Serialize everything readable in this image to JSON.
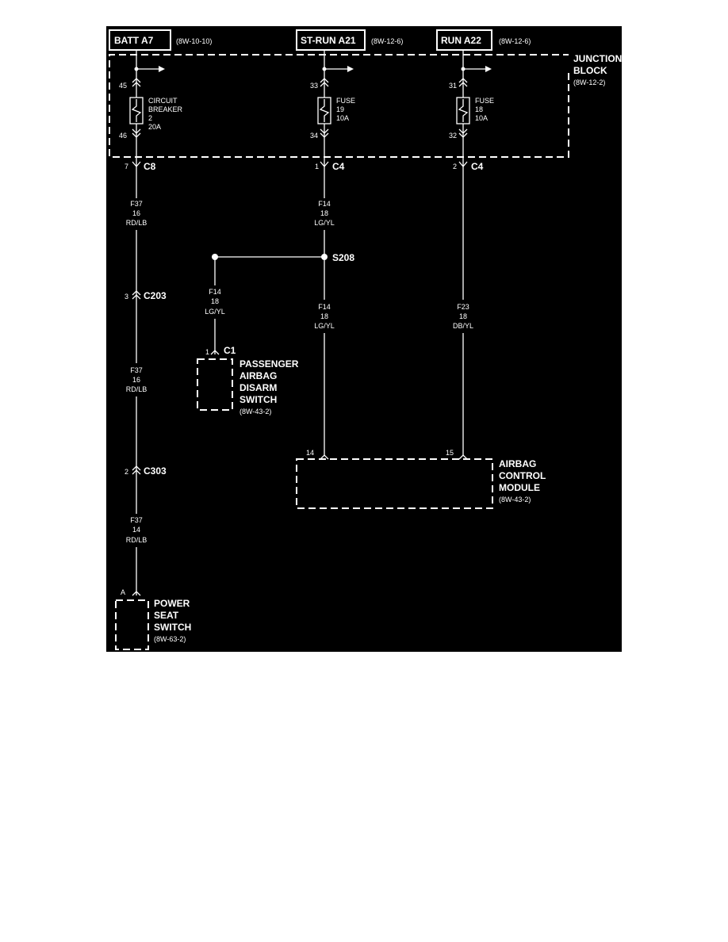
{
  "sources": [
    {
      "label": "BATT A7",
      "ref": "(8W-10-10)"
    },
    {
      "label": "ST-RUN A21",
      "ref": "(8W-12-6)"
    },
    {
      "label": "RUN A22",
      "ref": "(8W-12-6)"
    }
  ],
  "junction_block": {
    "title_line1": "JUNCTION",
    "title_line2": "BLOCK",
    "ref": "(8W-12-2)"
  },
  "circuit_breaker": {
    "pin_in": "45",
    "pin_out": "46",
    "line1": "CIRCUIT",
    "line2": "BREAKER",
    "line3": "2",
    "line4": "20A"
  },
  "fuse19": {
    "pin_in": "33",
    "pin_out": "34",
    "line1": "FUSE",
    "line2": "19",
    "line3": "10A"
  },
  "fuse18": {
    "pin_in": "31",
    "pin_out": "32",
    "line1": "FUSE",
    "line2": "18",
    "line3": "10A"
  },
  "connectors": {
    "c8": {
      "pin": "7",
      "name": "C8"
    },
    "c4a": {
      "pin": "1",
      "name": "C4"
    },
    "c4b": {
      "pin": "2",
      "name": "C4"
    },
    "c203": {
      "pin": "3",
      "name": "C203"
    },
    "c303": {
      "pin": "2",
      "name": "C303"
    },
    "c1": {
      "pin": "1",
      "name": "C1"
    },
    "splice": {
      "name": "S208"
    }
  },
  "wires": {
    "f37_top": {
      "circuit": "F37",
      "gauge": "16",
      "color": "RD/LB"
    },
    "f14_top": {
      "circuit": "F14",
      "gauge": "18",
      "color": "LG/YL"
    },
    "f14_left": {
      "circuit": "F14",
      "gauge": "18",
      "color": "LG/YL"
    },
    "f14_right": {
      "circuit": "F14",
      "gauge": "18",
      "color": "LG/YL"
    },
    "f23": {
      "circuit": "F23",
      "gauge": "18",
      "color": "DB/YL"
    },
    "f37_mid": {
      "circuit": "F37",
      "gauge": "16",
      "color": "RD/LB"
    },
    "f37_bot": {
      "circuit": "F37",
      "gauge": "14",
      "color": "RD/LB"
    }
  },
  "passenger_switch": {
    "line1": "PASSENGER",
    "line2": "AIRBAG",
    "line3": "DISARM",
    "line4": "SWITCH",
    "ref": "(8W-43-2)"
  },
  "airbag_module": {
    "pin_a": "14",
    "pin_b": "15",
    "line1": "AIRBAG",
    "line2": "CONTROL",
    "line3": "MODULE",
    "ref": "(8W-43-2)"
  },
  "seat_switch": {
    "pin": "A",
    "line1": "POWER",
    "line2": "SEAT",
    "line3": "SWITCH",
    "ref": "(8W-63-2)"
  },
  "colors": {
    "background": "#000000",
    "ink": "#ffffff",
    "page": "#ffffff"
  }
}
